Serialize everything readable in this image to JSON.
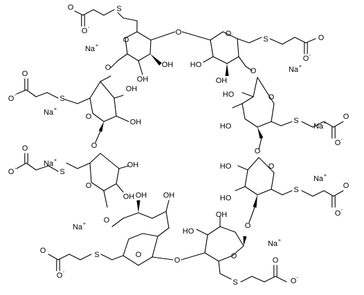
{
  "labels": {
    "oh": "OH",
    "ho": "HO",
    "o": "O",
    "s": "S",
    "na": "Na",
    "plus": "+",
    "minus": "-"
  }
}
